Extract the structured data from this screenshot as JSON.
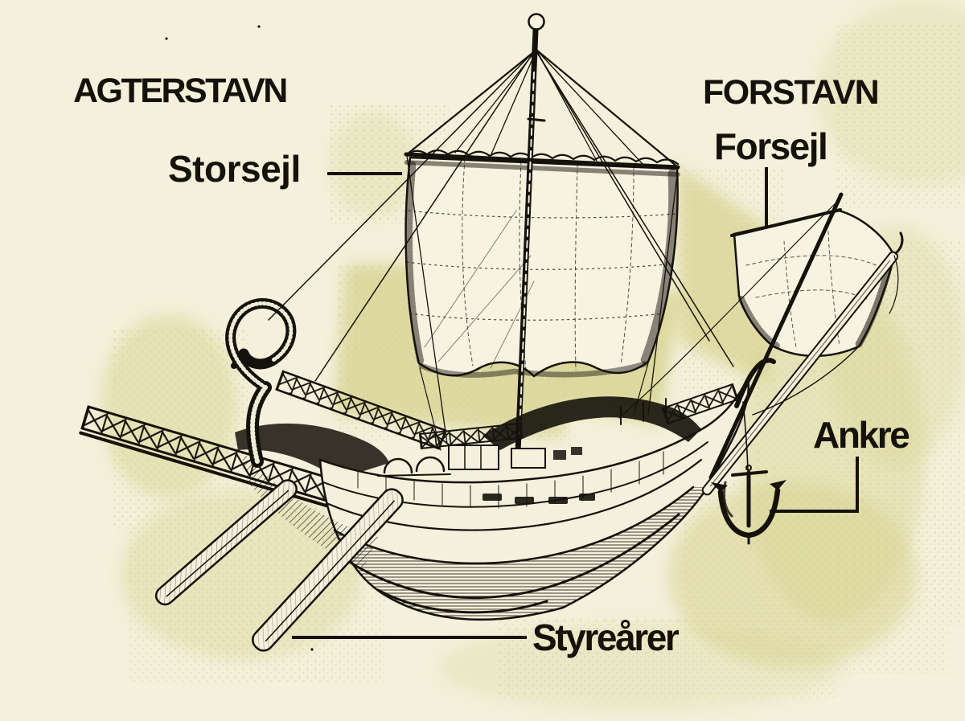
{
  "figure": {
    "background_color": "#f3f0db",
    "ink_color": "#15120b",
    "shading_color": "#d8d392",
    "labels": {
      "agterstavn": "AGTERSTAVN",
      "forstavn": "FORSTAVN",
      "storsejl": "Storsejl",
      "forsejl": "Forsejl",
      "ankre": "Ankre",
      "styrearer": "Styreårer"
    }
  }
}
